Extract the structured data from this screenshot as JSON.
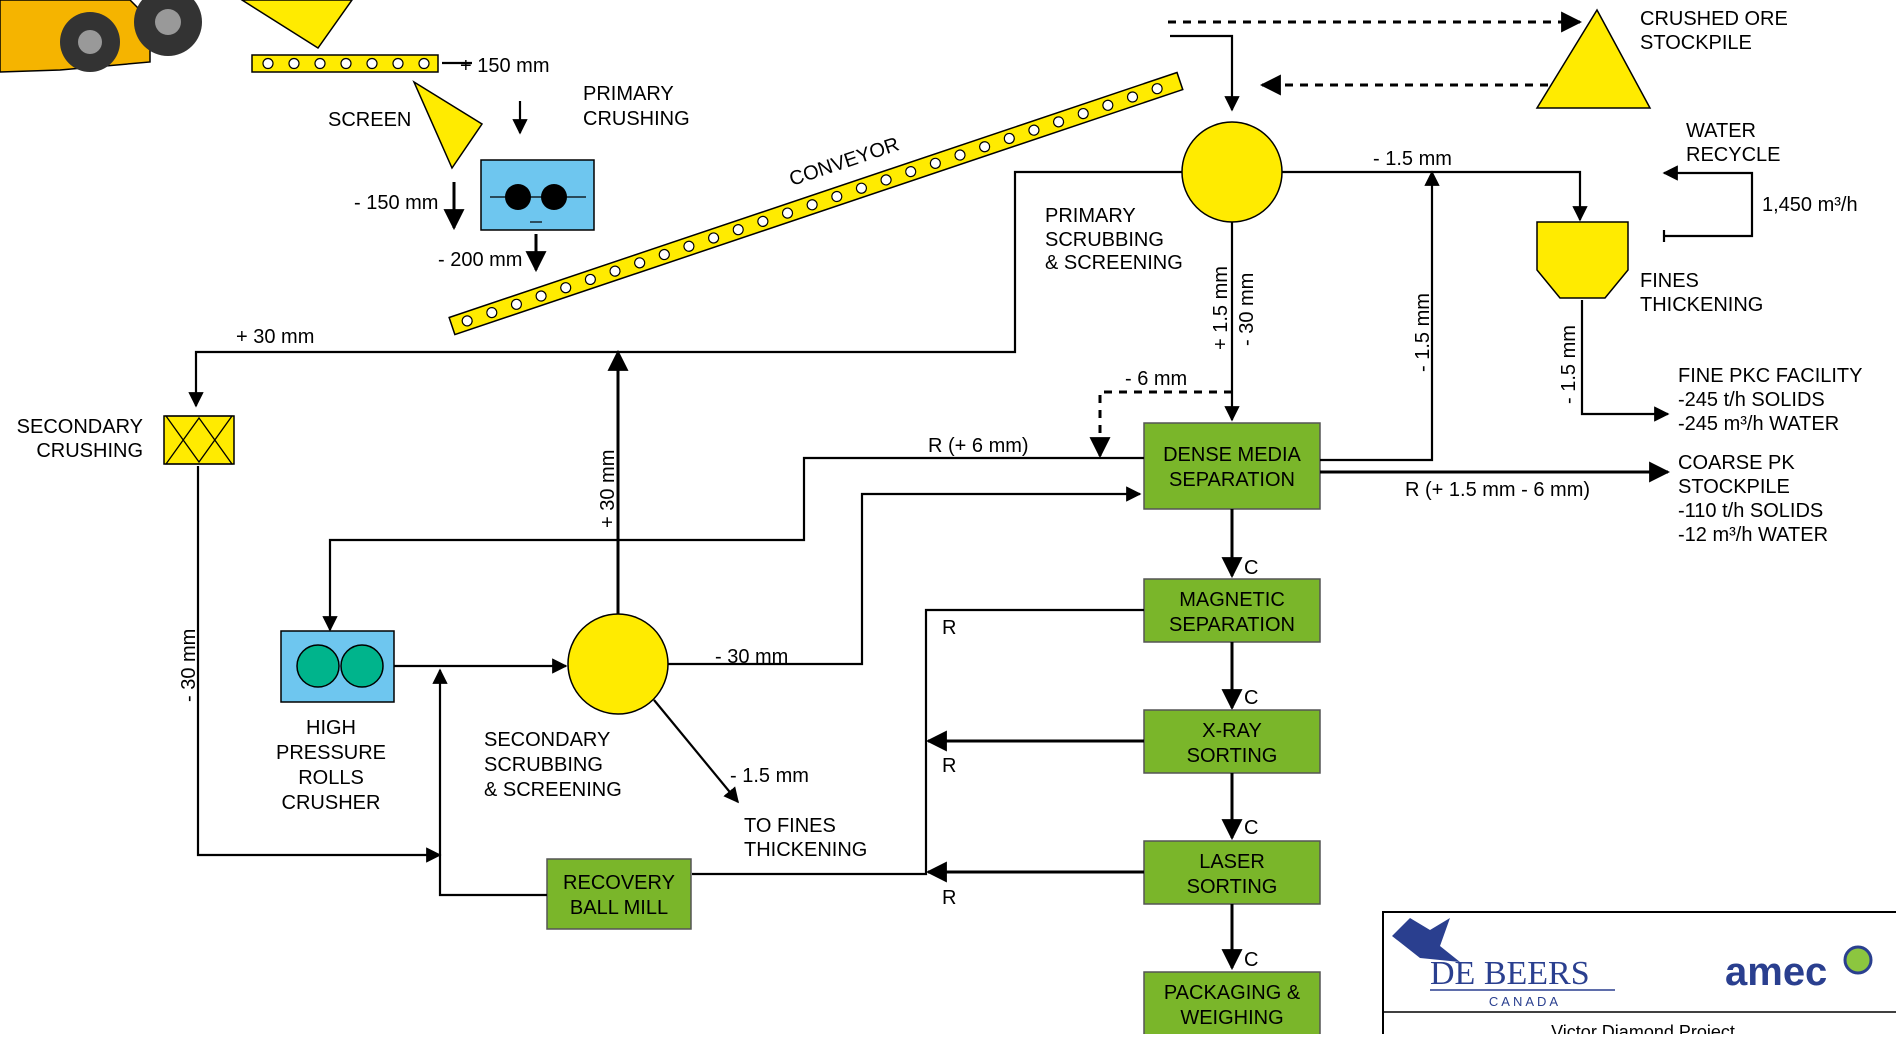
{
  "labels": {
    "plus150": "+ 150 mm",
    "primary_crushing_1": "PRIMARY",
    "primary_crushing_2": "CRUSHING",
    "screen": "SCREEN",
    "minus150": "- 150 mm",
    "minus200": "- 200 mm",
    "conveyor": "CONVEYOR",
    "crushed_ore_1": "CRUSHED ORE",
    "crushed_ore_2": "STOCKPILE",
    "minus15_top": "- 1.5 mm",
    "water_recycle_1": "WATER",
    "water_recycle_2": "RECYCLE",
    "flow_1450": "1,450 m³/h",
    "primary_scrub_1": "PRIMARY",
    "primary_scrub_2": "SCRUBBING",
    "primary_scrub_3": "& SCREENING",
    "plus15_minus30_a": "+ 1.5 mm",
    "plus15_minus30_b": "- 30 mm",
    "minus15_vert": "- 1.5  mm",
    "fines_thick_1": "FINES",
    "fines_thick_2": "THICKENING",
    "minus15_vert2": "- 1.5  mm",
    "fine_pkc_1": "FINE PKC FACILITY",
    "fine_pkc_2": "-245 t/h SOLIDS",
    "fine_pkc_3": "-245 m³/h WATER",
    "plus30": "+ 30 mm",
    "minus6": "- 6 mm",
    "secondary_crushing_1": "SECONDARY",
    "secondary_crushing_2": "CRUSHING",
    "r_plus6": "R  (+ 6 mm)",
    "r_15_6": "R  (+ 1.5 mm - 6 mm)",
    "coarse_pk_1": "COARSE PK",
    "coarse_pk_2": "STOCKPILE",
    "coarse_pk_3": "-110 t/h SOLIDS",
    "coarse_pk_4": "-12 m³/h WATER",
    "plus30_vert": "+ 30 mm",
    "minus30_vert": "- 30 mm",
    "minus30_horiz": "- 30 mm",
    "hprc_1": "HIGH",
    "hprc_2": "PRESSURE",
    "hprc_3": "ROLLS",
    "hprc_4": "CRUSHER",
    "sec_scrub_1": "SECONDARY",
    "sec_scrub_2": "SCRUBBING",
    "sec_scrub_3": "& SCREENING",
    "minus15_fines": "- 1.5 mm",
    "to_fines_1": "TO FINES",
    "to_fines_2": "THICKENING",
    "c": "C",
    "r": "R",
    "victor": "Victor Diamond Project",
    "debeers": "DE BEERS",
    "canada": "CANADA",
    "amec": "amec"
  },
  "boxes": {
    "dms_1": "DENSE MEDIA",
    "dms_2": "SEPARATION",
    "mag_1": "MAGNETIC",
    "mag_2": "SEPARATION",
    "xray_1": "X-RAY",
    "xray_2": "SORTING",
    "laser_1": "LASER",
    "laser_2": "SORTING",
    "pack_1": "PACKAGING &",
    "pack_2": "WEIGHING",
    "ballmill_1": "RECOVERY",
    "ballmill_2": "BALL MILL"
  },
  "colors": {
    "process_green": "#7ab62a",
    "equipment_yellow": "#ffeb00",
    "crusher_blue": "#6ec6ef",
    "roll_green": "#00b48c",
    "debeers_blue": "#2a3f8f"
  }
}
